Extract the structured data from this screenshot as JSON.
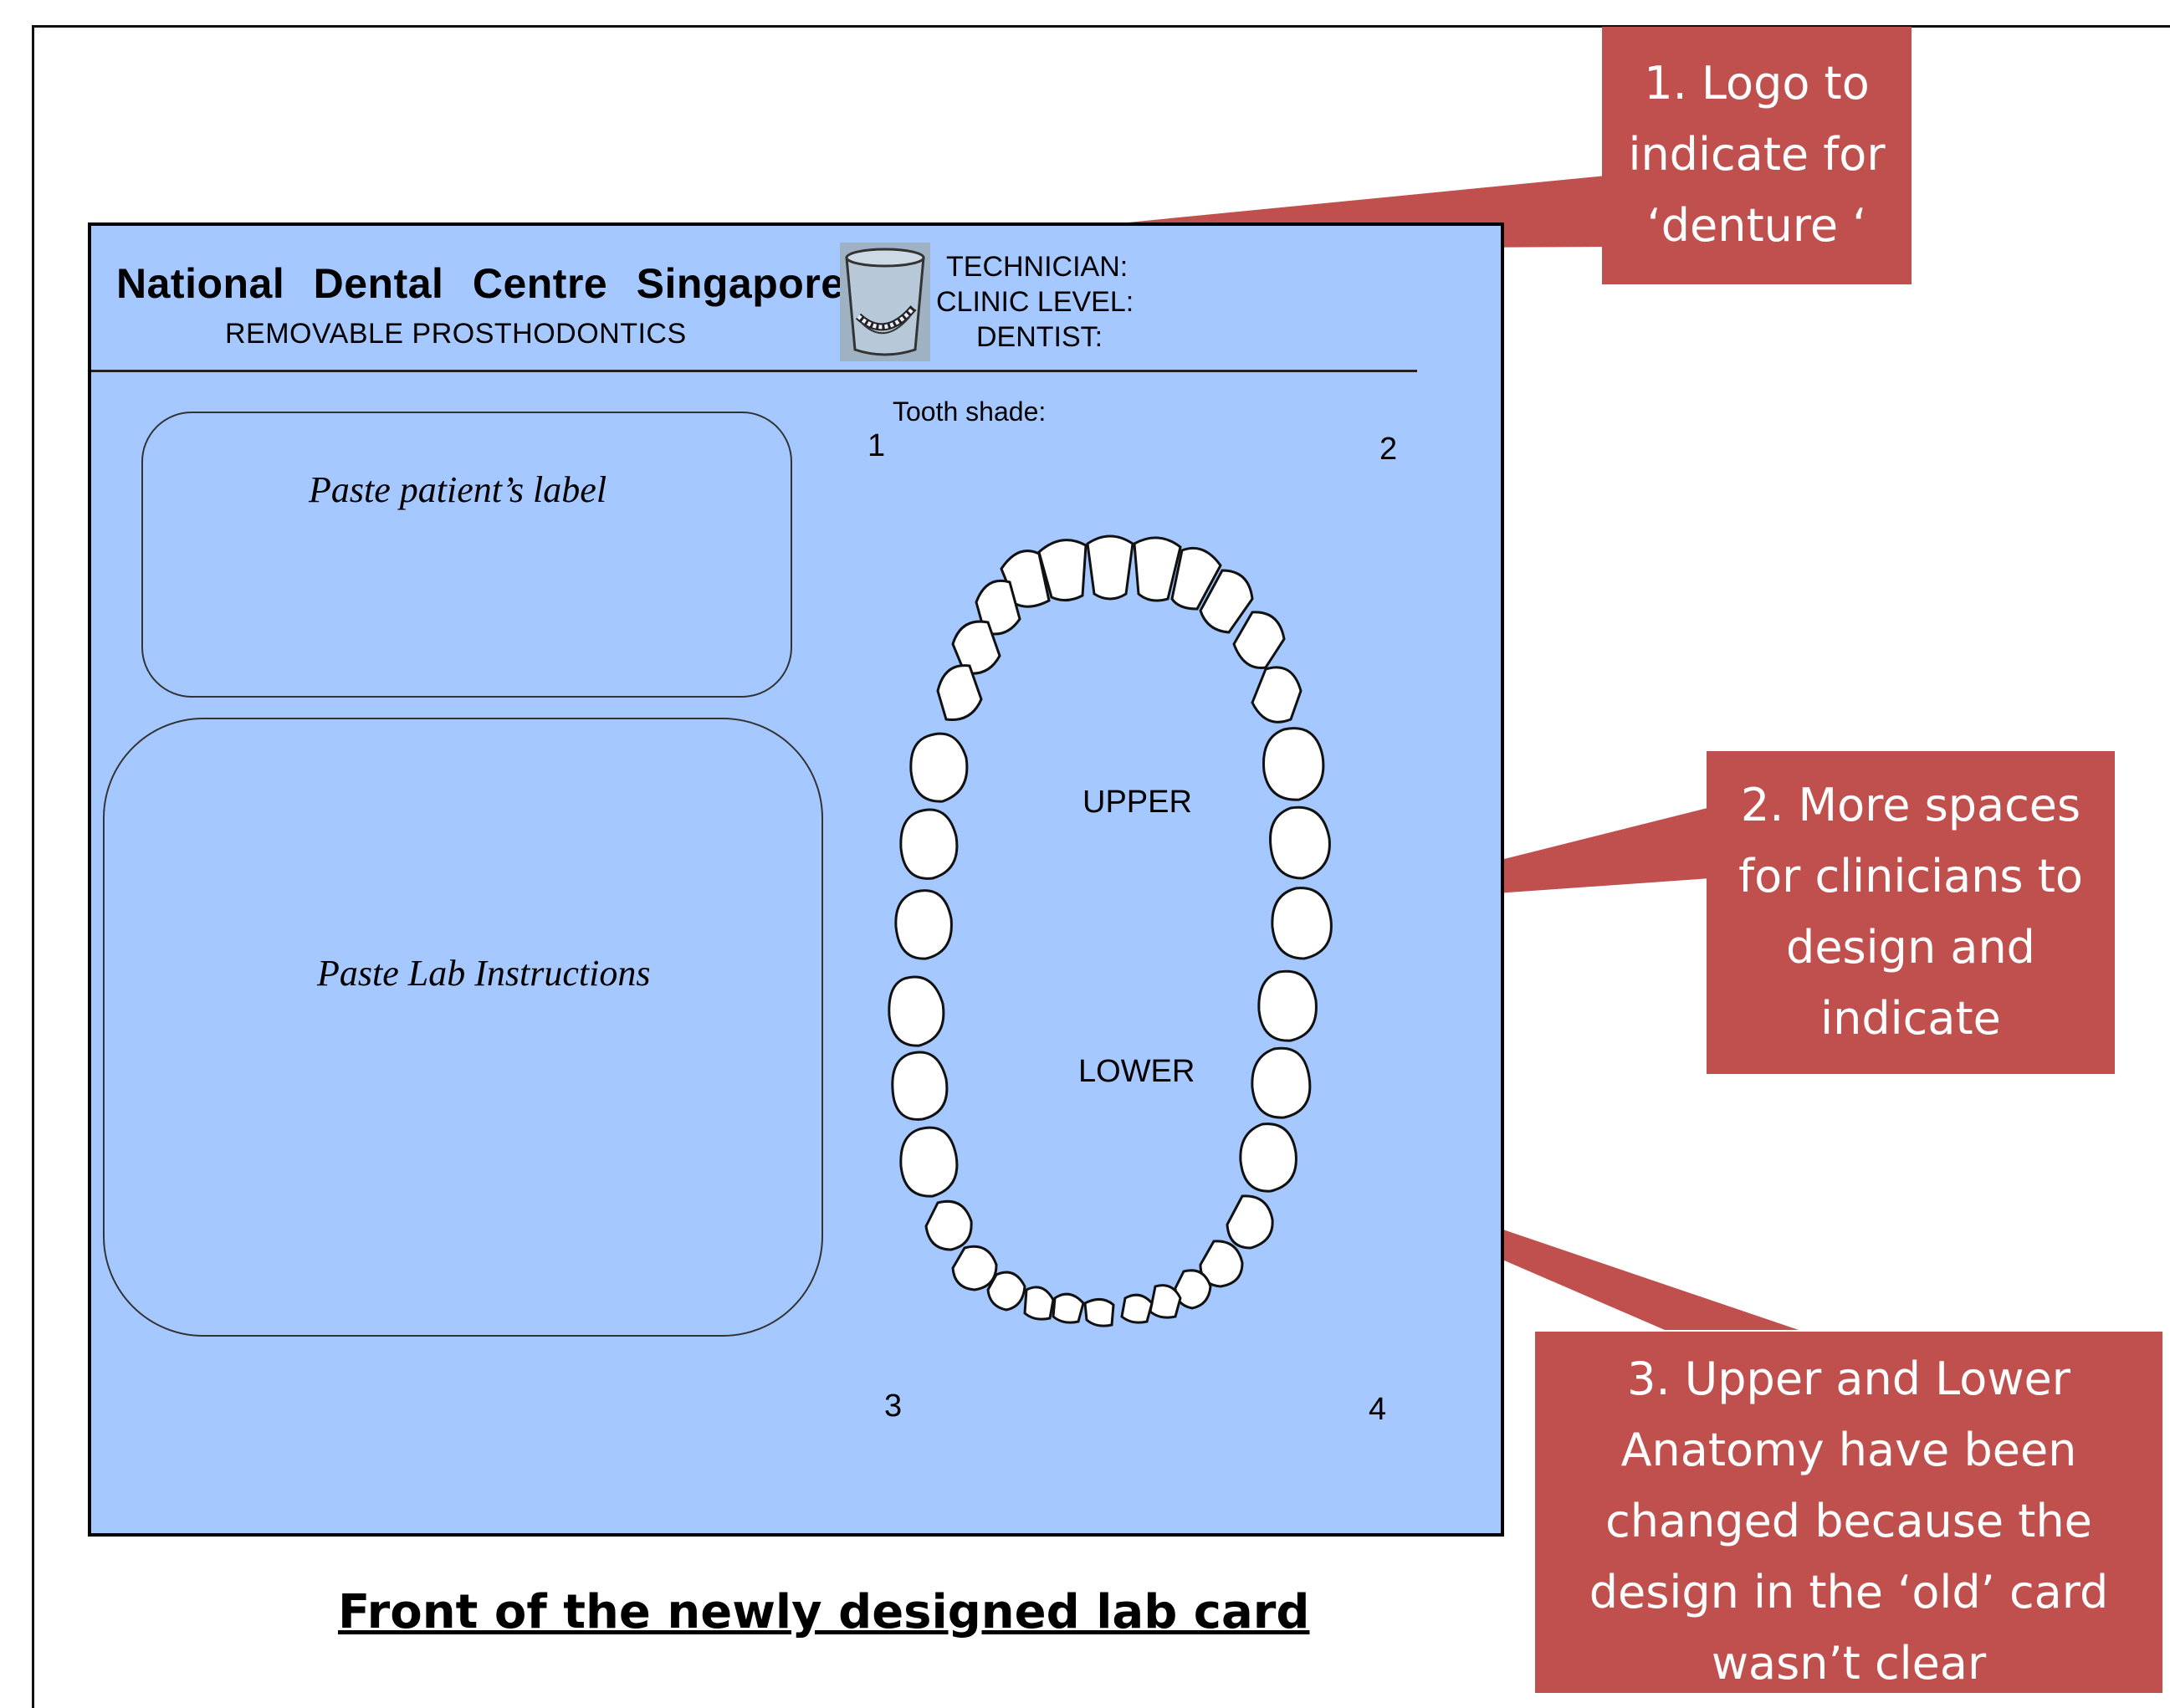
{
  "card": {
    "title": "National Dental Centre Singapore",
    "subtitle": "REMOVABLE PROSTHODONTICS",
    "fields": {
      "technician": "TECHNICIAN:",
      "clinic_level": "CLINIC LEVEL:",
      "dentist": "DENTIST:"
    },
    "tooth_shade": "Tooth shade:",
    "quadrants": {
      "q1": "1",
      "q2": "2",
      "q3": "3",
      "q4": "4"
    },
    "patient_label_box": "Paste patient’s label",
    "lab_instructions_box": "Paste Lab Instructions",
    "upper_label": "UPPER",
    "lower_label": "LOWER",
    "logo_icon": "denture-in-cup-icon",
    "background_color": "#a4c8ff"
  },
  "callouts": {
    "c1": {
      "lines": [
        "1. Logo to",
        "indicate for",
        "‘denture ‘"
      ]
    },
    "c2": {
      "lines": [
        "2. More spaces",
        "for clinicians to",
        "design and",
        "indicate"
      ]
    },
    "c3": {
      "lines": [
        "3. Upper and Lower",
        "Anatomy have been",
        "changed because the",
        "design in the ‘old’ card",
        "wasn’t clear"
      ]
    },
    "color": "#c0504d"
  },
  "caption": "Front of the newly designed lab card"
}
